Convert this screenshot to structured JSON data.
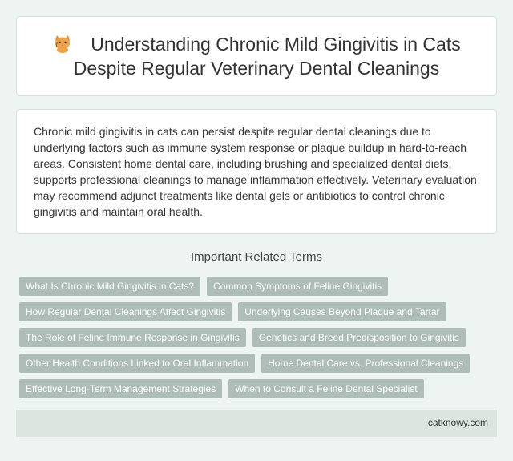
{
  "header": {
    "icon": "cat-icon",
    "title_line1": "Understanding Chronic Mild Gingivitis in Cats",
    "title_line2": "Despite Regular Veterinary Dental Cleanings"
  },
  "summary": {
    "text": "Chronic mild gingivitis in cats can persist despite regular dental cleanings due to underlying factors such as immune system response or plaque buildup in hard-to-reach areas. Consistent home dental care, including brushing and specialized dental diets, supports professional cleanings to manage inflammation effectively. Veterinary evaluation may recommend adjunct treatments like dental gels or antibiotics to control chronic gingivitis and maintain oral health."
  },
  "related": {
    "heading": "Important Related Terms",
    "rows": [
      [
        "What Is Chronic Mild Gingivitis in Cats?",
        "Common Symptoms of Feline Gingivitis"
      ],
      [
        "How Regular Dental Cleanings Affect Gingivitis",
        "Underlying Causes Beyond Plaque and Tartar"
      ],
      [
        "The Role of Feline Immune Response in Gingivitis",
        "Genetics and Breed Predisposition to Gingivitis"
      ],
      [
        "Other Health Conditions Linked to Oral Inflammation",
        "Home Dental Care vs. Professional Cleanings"
      ],
      [
        "Effective Long-Term Management Strategies",
        "When to Consult a Feline Dental Specialist"
      ]
    ]
  },
  "footer": {
    "site": "catknowy.com"
  },
  "colors": {
    "background": "#eef4f1",
    "tag": "#aebdb8",
    "footer": "#dde5e1"
  }
}
